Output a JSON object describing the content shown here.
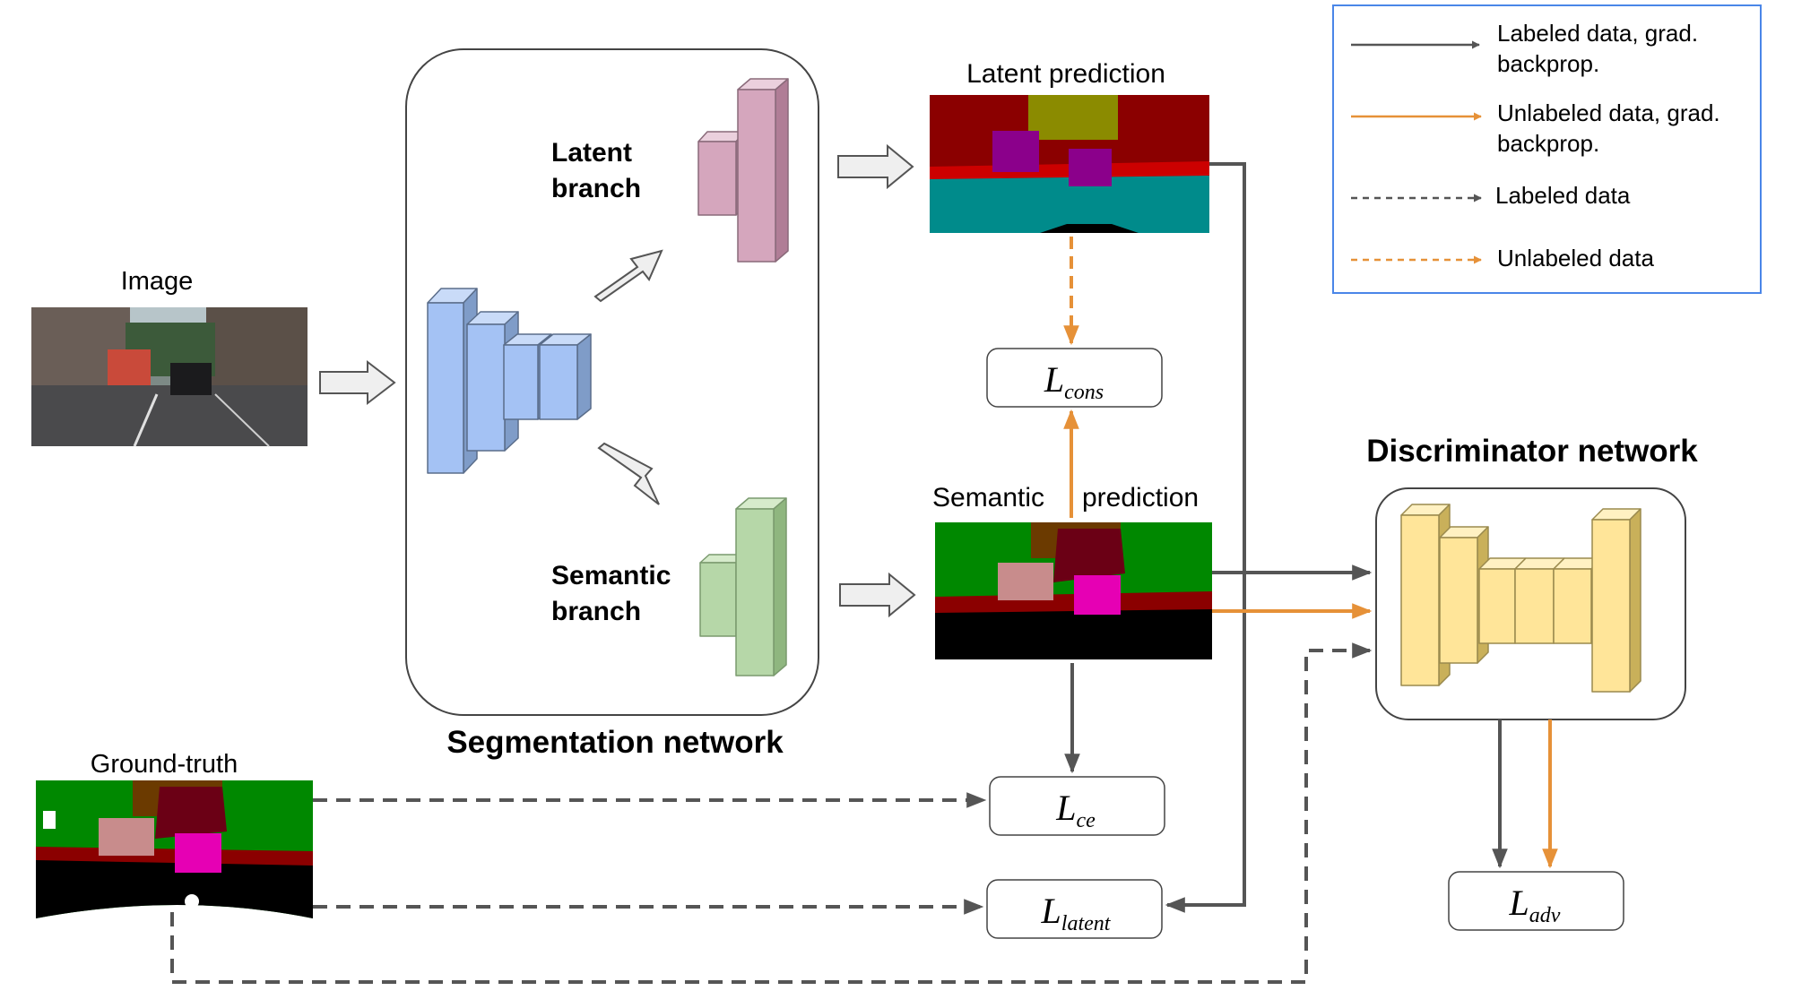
{
  "labels": {
    "image": "Image",
    "latent_branch_line1": "Latent",
    "latent_branch_line2": "branch",
    "semantic_branch_line1": "Semantic",
    "semantic_branch_line2": "branch",
    "segmentation_network": "Segmentation network",
    "latent_prediction": "Latent prediction",
    "semantic_prediction_word1": "Semantic",
    "semantic_prediction_word2": "prediction",
    "discriminator_network": "Discriminator network",
    "ground_truth": "Ground-truth"
  },
  "losses": {
    "cons": {
      "main": "L",
      "sub": "cons"
    },
    "ce": {
      "main": "L",
      "sub": "ce"
    },
    "latent": {
      "main": "L",
      "sub": "latent"
    },
    "adv": {
      "main": "L",
      "sub": "adv"
    }
  },
  "legend": {
    "item1_line1": "Labeled data, grad.",
    "item1_line2": "backprop.",
    "item2_line1": "Unlabeled data, grad.",
    "item2_line2": "backprop.",
    "item3": "Labeled data",
    "item4": "Unlabeled data"
  },
  "colors": {
    "labeled": "#555555",
    "unlabeled": "#e69138",
    "legend_border": "#4a86e8",
    "encoder_blue": "#a4c2f4",
    "latent_pink": "#d5a6bd",
    "semantic_green": "#b6d7a8",
    "discriminator_yellow": "#ffe599"
  }
}
